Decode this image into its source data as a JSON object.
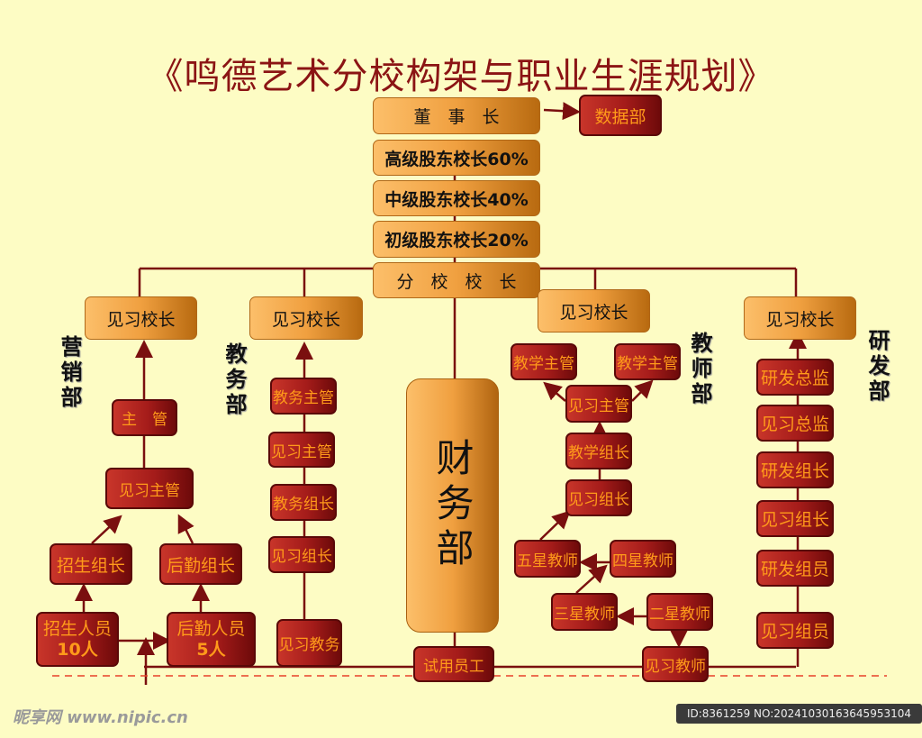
{
  "title": "《鸣德艺术分校构架与职业生涯规划》",
  "colors": {
    "line": "#7a0f0f",
    "dash": "#e8402a",
    "box_red": "#a51c1a",
    "box_orange": "#f0a040",
    "text_orange": "#ff9a1a"
  },
  "core": {
    "chairman": "董　事　长",
    "data_dept": "数据部",
    "senior": "高级股东校长60%",
    "middle": "中级股东校长40%",
    "junior": "初级股东校长20%",
    "branch": "分　校　校　长",
    "finance": "财务部",
    "probation": "试用员工"
  },
  "departments": {
    "marketing": {
      "label": "营销部",
      "head": "见习校长",
      "items": [
        "主　管",
        "见习主管",
        "招生组长",
        "后勤组长",
        "招生人员",
        "10人",
        "后勤人员",
        "5人"
      ]
    },
    "academic": {
      "label": "教务部",
      "head": "见习校长",
      "items": [
        "教务主管",
        "见习主管",
        "教务组长",
        "见习组长",
        "见习教务"
      ]
    },
    "teacher": {
      "label": "教师部",
      "head": "见习校长",
      "items": [
        "教学主管",
        "教学主管",
        "见习主管",
        "教学组长",
        "见习组长",
        "五星教师",
        "四星教师",
        "三星教师",
        "二星教师",
        "见习教师"
      ]
    },
    "rnd": {
      "label": "研发部",
      "head": "见习校长",
      "items": [
        "研发总监",
        "见习总监",
        "研发组长",
        "见习组长",
        "研发组员",
        "见习组员"
      ]
    }
  },
  "watermark": {
    "site": "昵享网 www.nipic.cn",
    "id": "ID:8361259 NO:20241030163645953104"
  }
}
